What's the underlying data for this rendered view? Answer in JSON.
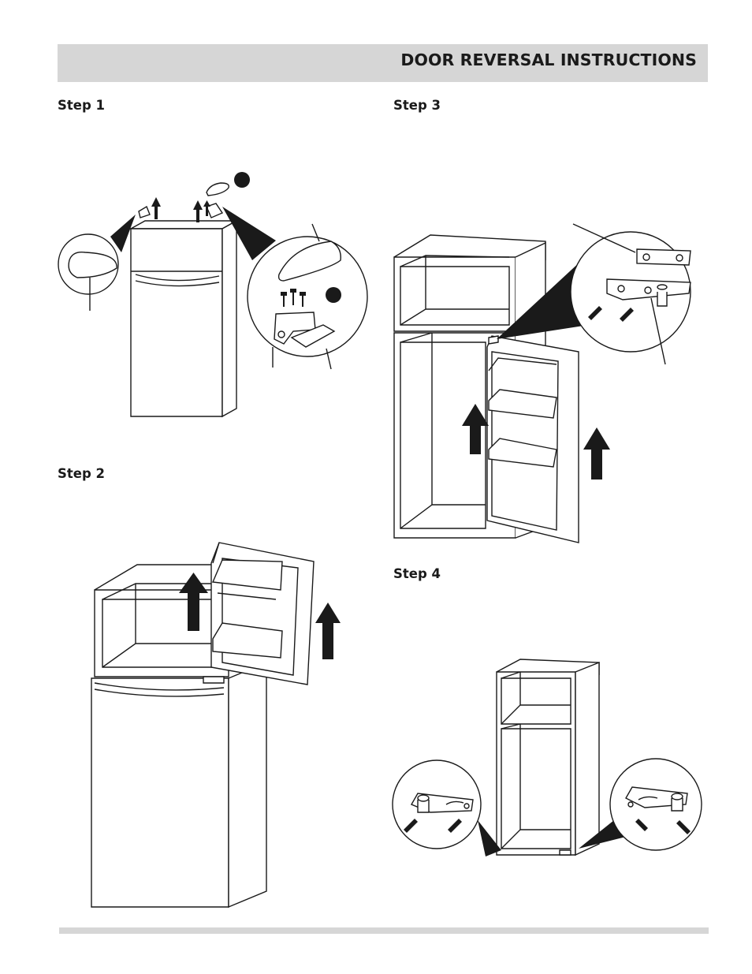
{
  "header": {
    "title": "DOOR REVERSAL INSTRUCTIONS"
  },
  "steps": [
    {
      "label": "Step 1",
      "figure": "remove-hinge-covers-and-top-hinge"
    },
    {
      "label": "Step 2",
      "figure": "lift-freezer-door-off"
    },
    {
      "label": "Step 3",
      "figure": "remove-fresh-food-door-and-center-hinge"
    },
    {
      "label": "Step 4",
      "figure": "swap-bottom-hinge-to-opposite-side"
    }
  ],
  "colors": {
    "header_bar": "#d6d6d6",
    "ink": "#1a1a1a"
  },
  "icons": [
    "up-arrow-icon",
    "callout-badge-icon",
    "screw-icon"
  ]
}
